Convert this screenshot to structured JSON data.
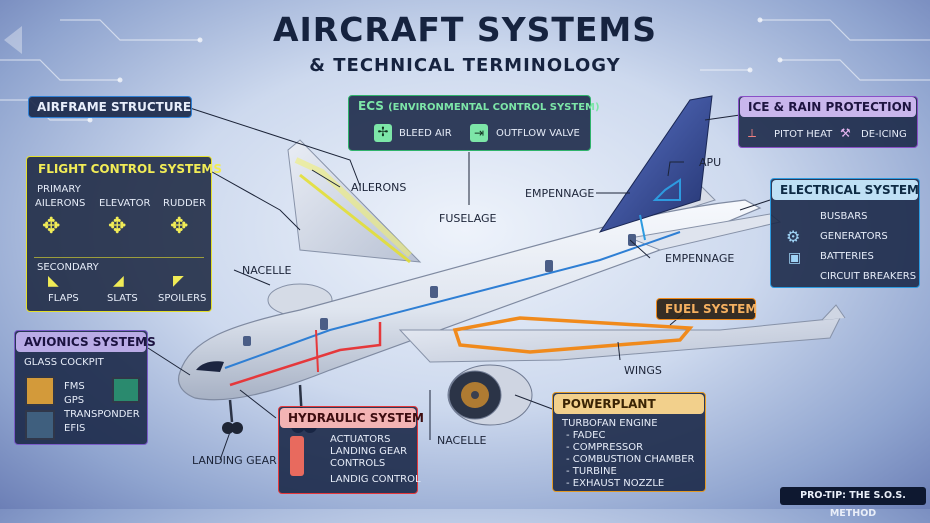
{
  "header": {
    "title": "AIRCRAFT SYSTEMS",
    "subtitle": "& TECHNICAL TERMINOLOGY"
  },
  "airframe": {
    "title": "AIRFRAME STRUCTURE"
  },
  "ecs": {
    "title_main": "ECS",
    "title_paren": "(ENVIRONMENTAL CONTROL SYSTEM)",
    "bleed_air": "BLEED AIR",
    "outflow_valve": "OUTFLOW VALVE"
  },
  "ice_rain": {
    "title": "ICE & RAIN PROTECTION",
    "pitot_heat": "PITOT HEAT",
    "de_icing": "DE-ICING"
  },
  "flight_controls": {
    "title": "FLIGHT CONTROL SYSTEMS",
    "primary_label": "PRIMARY",
    "primary": [
      "AILERONS",
      "ELEVATOR",
      "RUDDER"
    ],
    "secondary_label": "SECONDARY",
    "secondary": [
      "FLAPS",
      "SLATS",
      "SPOILERS"
    ]
  },
  "electrical": {
    "title": "ELECTRICAL SYSTEM",
    "items": [
      "BUSBARS",
      "GENERATORS",
      "BATTERIES",
      "CIRCUIT BREAKERS"
    ]
  },
  "fuel": {
    "title": "FUEL SYSTEM"
  },
  "avionics": {
    "title": "AVIONICS SYSTEMS",
    "glass_cockpit": "GLASS COCKPIT",
    "items": [
      "FMS",
      "GPS",
      "TRANSPONDER",
      "EFIS"
    ]
  },
  "hydraulic": {
    "title": "HYDRAULIC SYSTEM",
    "items": [
      "ACTUATORS",
      "LANDING GEAR",
      "CONTROLS",
      "LANDIG CONTROL"
    ]
  },
  "powerplant": {
    "title": "POWERPLANT",
    "engine": "TURBOFAN ENGINE",
    "items": [
      "- FADEC",
      "- COMPRESSOR",
      "- COMBUSTION CHAMBER",
      "- TURBINE",
      "- EXHAUST NOZZLE"
    ]
  },
  "callouts": {
    "ailerons": "AILERONS",
    "fuselage": "FUSELAGE",
    "empennage_top": "EMPENNAGE",
    "apu": "APU",
    "empennage_right": "EMPENNAGE",
    "nacelle_left": "NACELLE",
    "wings": "WINGS",
    "nacelle_bottom": "NACELLE",
    "landing_gear": "LANDING GEAR"
  },
  "pro_tip": "PRO-TIP: THE S.O.S. METHOD",
  "colors": {
    "airframe": "#2f7fd4",
    "ecs": "#2fb36b",
    "ice": "#8a4fc7",
    "flight": "#e4df2c",
    "electrical": "#2d9be0",
    "fuel": "#f08a1c",
    "avionics": "#7a5cc8",
    "hydraulic": "#e5383b",
    "powerplant": "#e29a26"
  }
}
